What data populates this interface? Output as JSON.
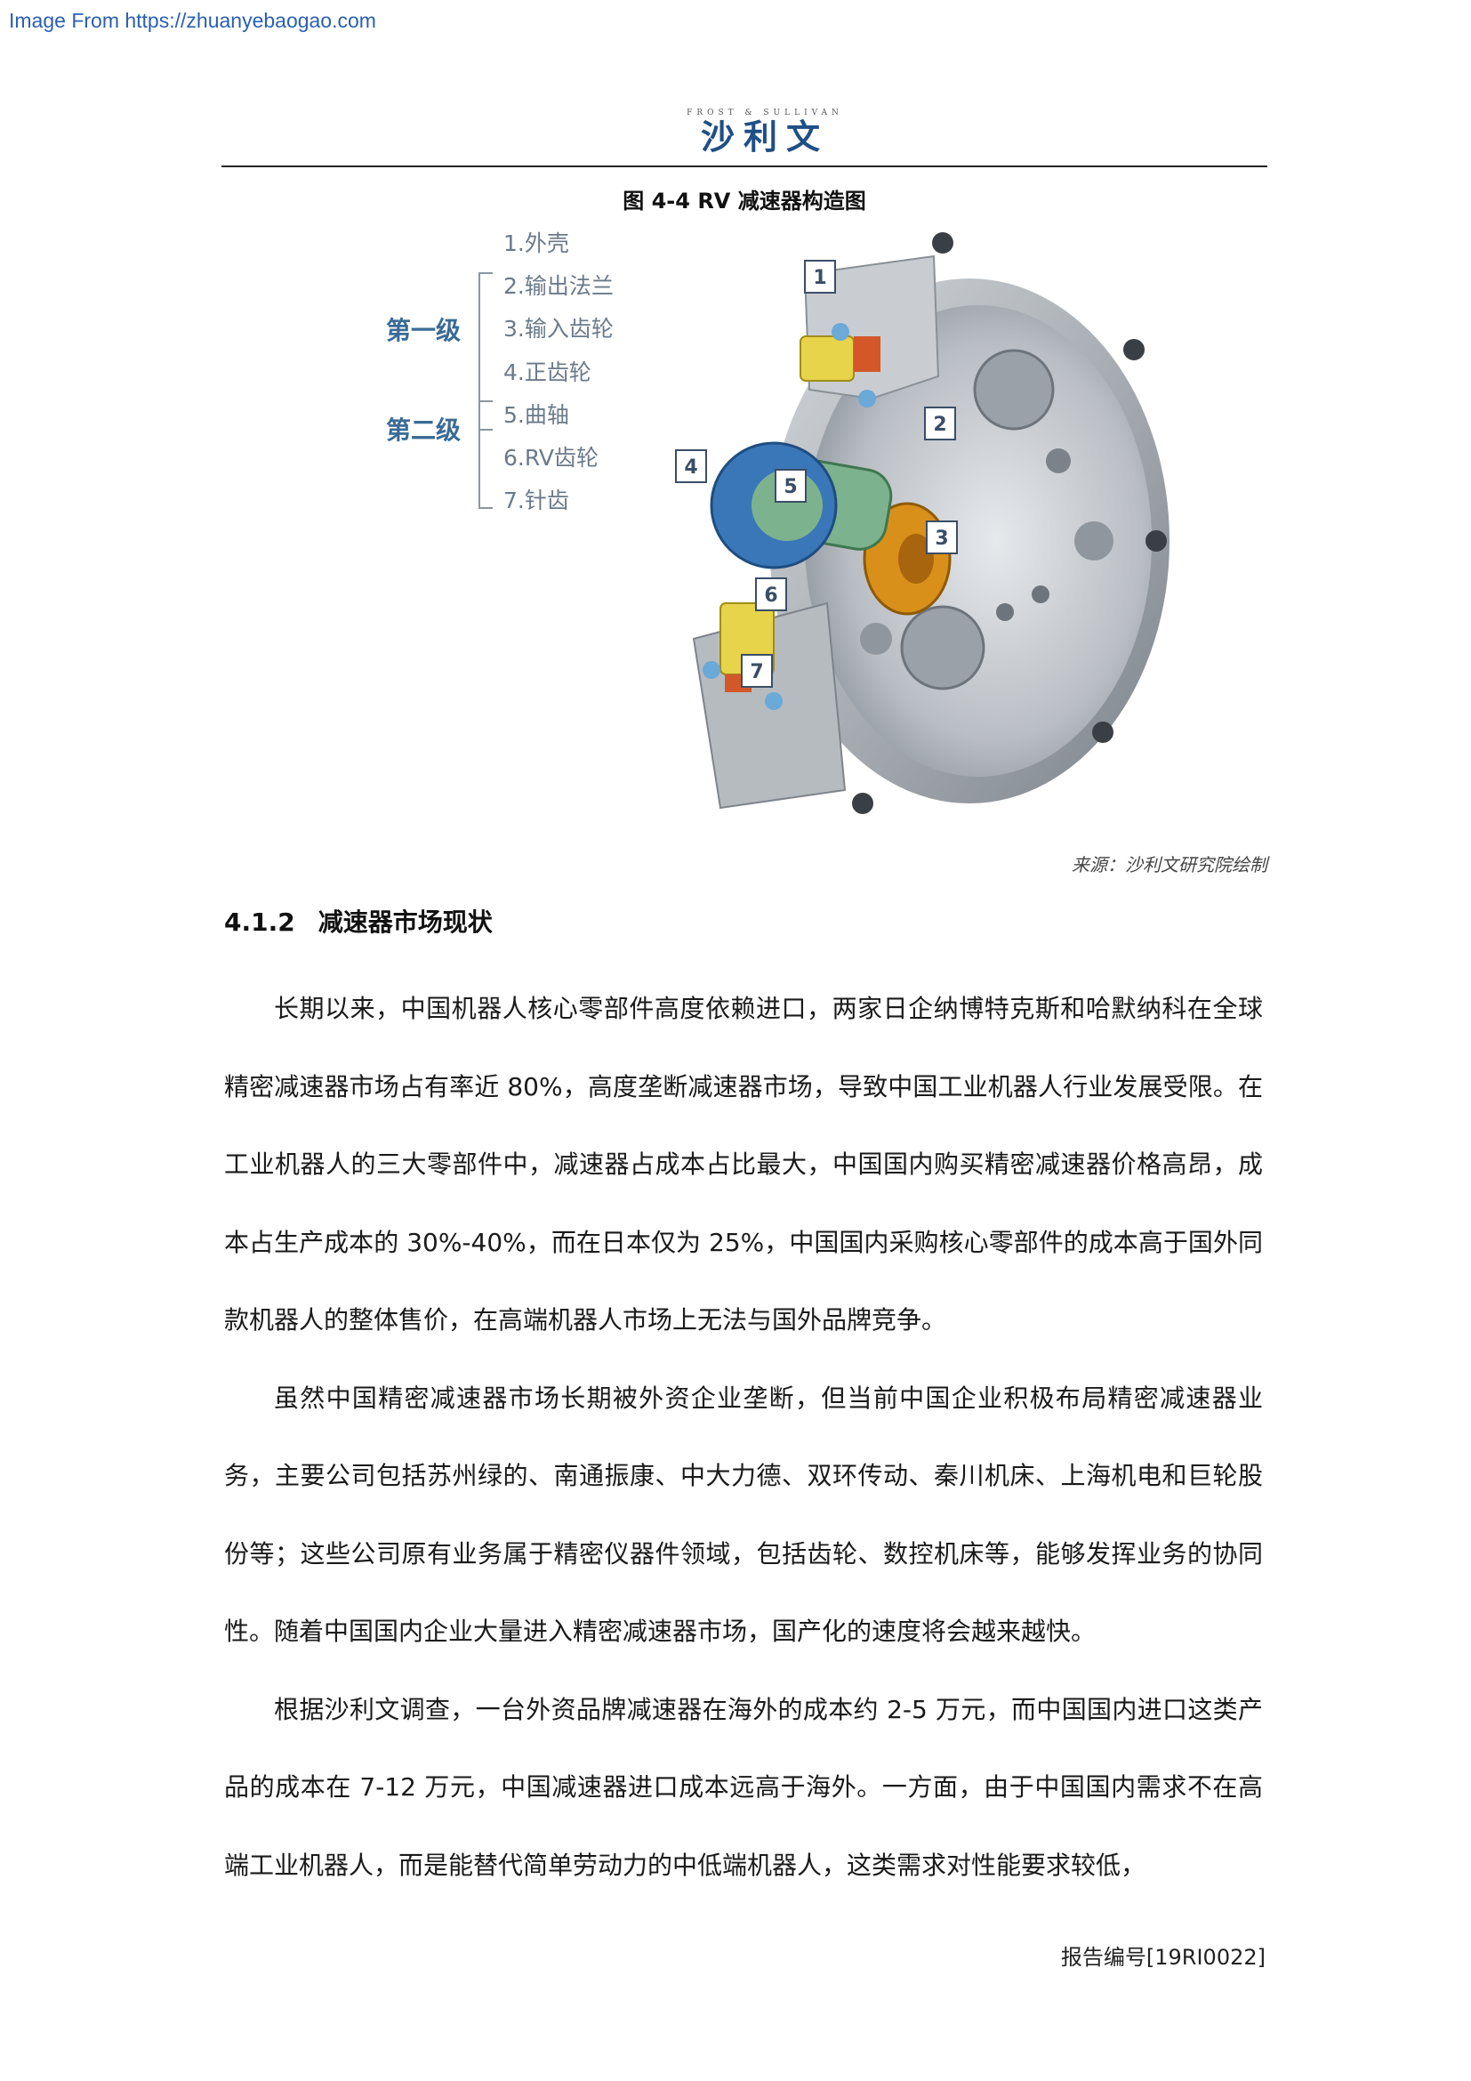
{
  "watermark": "Image From https://zhuanyebaogao.com",
  "header": {
    "logo_en": "FROST & SULLIVAN",
    "logo_cn": "沙利文"
  },
  "figure": {
    "caption": "图 4-4 RV 减速器构造图",
    "legend": {
      "level1_label": "第一级",
      "level2_label": "第二级",
      "items": [
        "1.外壳",
        "2.输出法兰",
        "3.输入齿轮",
        "4.正齿轮",
        "5.曲轴",
        "6.RV齿轮",
        "7.针齿"
      ]
    },
    "callouts": [
      "1",
      "2",
      "3",
      "4",
      "5",
      "6",
      "7"
    ],
    "source": "来源：沙利文研究院绘制"
  },
  "section": {
    "number": "4.1.2",
    "title": "减速器市场现状"
  },
  "paragraphs": [
    "长期以来，中国机器人核心零部件高度依赖进口，两家日企纳博特克斯和哈默纳科在全球精密减速器市场占有率近 80%，高度垄断减速器市场，导致中国工业机器人行业发展受限。在工业机器人的三大零部件中，减速器占成本占比最大，中国国内购买精密减速器价格高昂，成本占生产成本的 30%-40%，而在日本仅为 25%，中国国内采购核心零部件的成本高于国外同款机器人的整体售价，在高端机器人市场上无法与国外品牌竞争。",
    "虽然中国精密减速器市场长期被外资企业垄断，但当前中国企业积极布局精密减速器业务，主要公司包括苏州绿的、南通振康、中大力德、双环传动、秦川机床、上海机电和巨轮股份等；这些公司原有业务属于精密仪器件领域，包括齿轮、数控机床等，能够发挥业务的协同性。随着中国国内企业大量进入精密减速器市场，国产化的速度将会越来越快。",
    "根据沙利文调查，一台外资品牌减速器在海外的成本约 2-5 万元，而中国国内进口这类产品的成本在 7-12 万元，中国减速器进口成本远高于海外。一方面，由于中国国内需求不在高端工业机器人，而是能替代简单劳动力的中低端机器人，这类需求对性能要求较低，"
  ],
  "footer": "报告编号[19RI0022]"
}
